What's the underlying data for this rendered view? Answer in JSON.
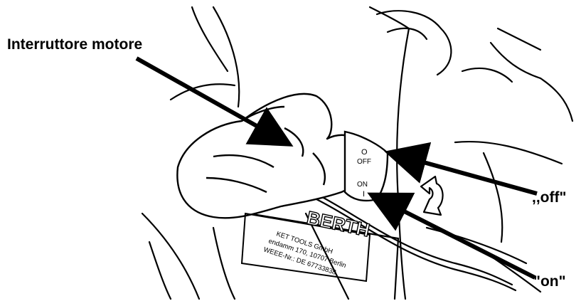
{
  "callouts": {
    "motor_switch": "Interruttore motore",
    "off_label": ",,off\"",
    "on_label": "\"on\""
  },
  "switch": {
    "off_marking": "OFF",
    "on_marking": "ON",
    "off_symbol": "O",
    "on_symbol": "I"
  },
  "nameplate": {
    "brand": "BERTH",
    "line1": "KET TOOLS GmbH",
    "line2": "endamm 170, 10707 Berlin",
    "line3": "WEEE-Nr.: DE 67733838"
  },
  "icons": {
    "rotation": "rotate-double-arrow-icon"
  },
  "colors": {
    "ink": "#000000",
    "paper": "#ffffff"
  }
}
